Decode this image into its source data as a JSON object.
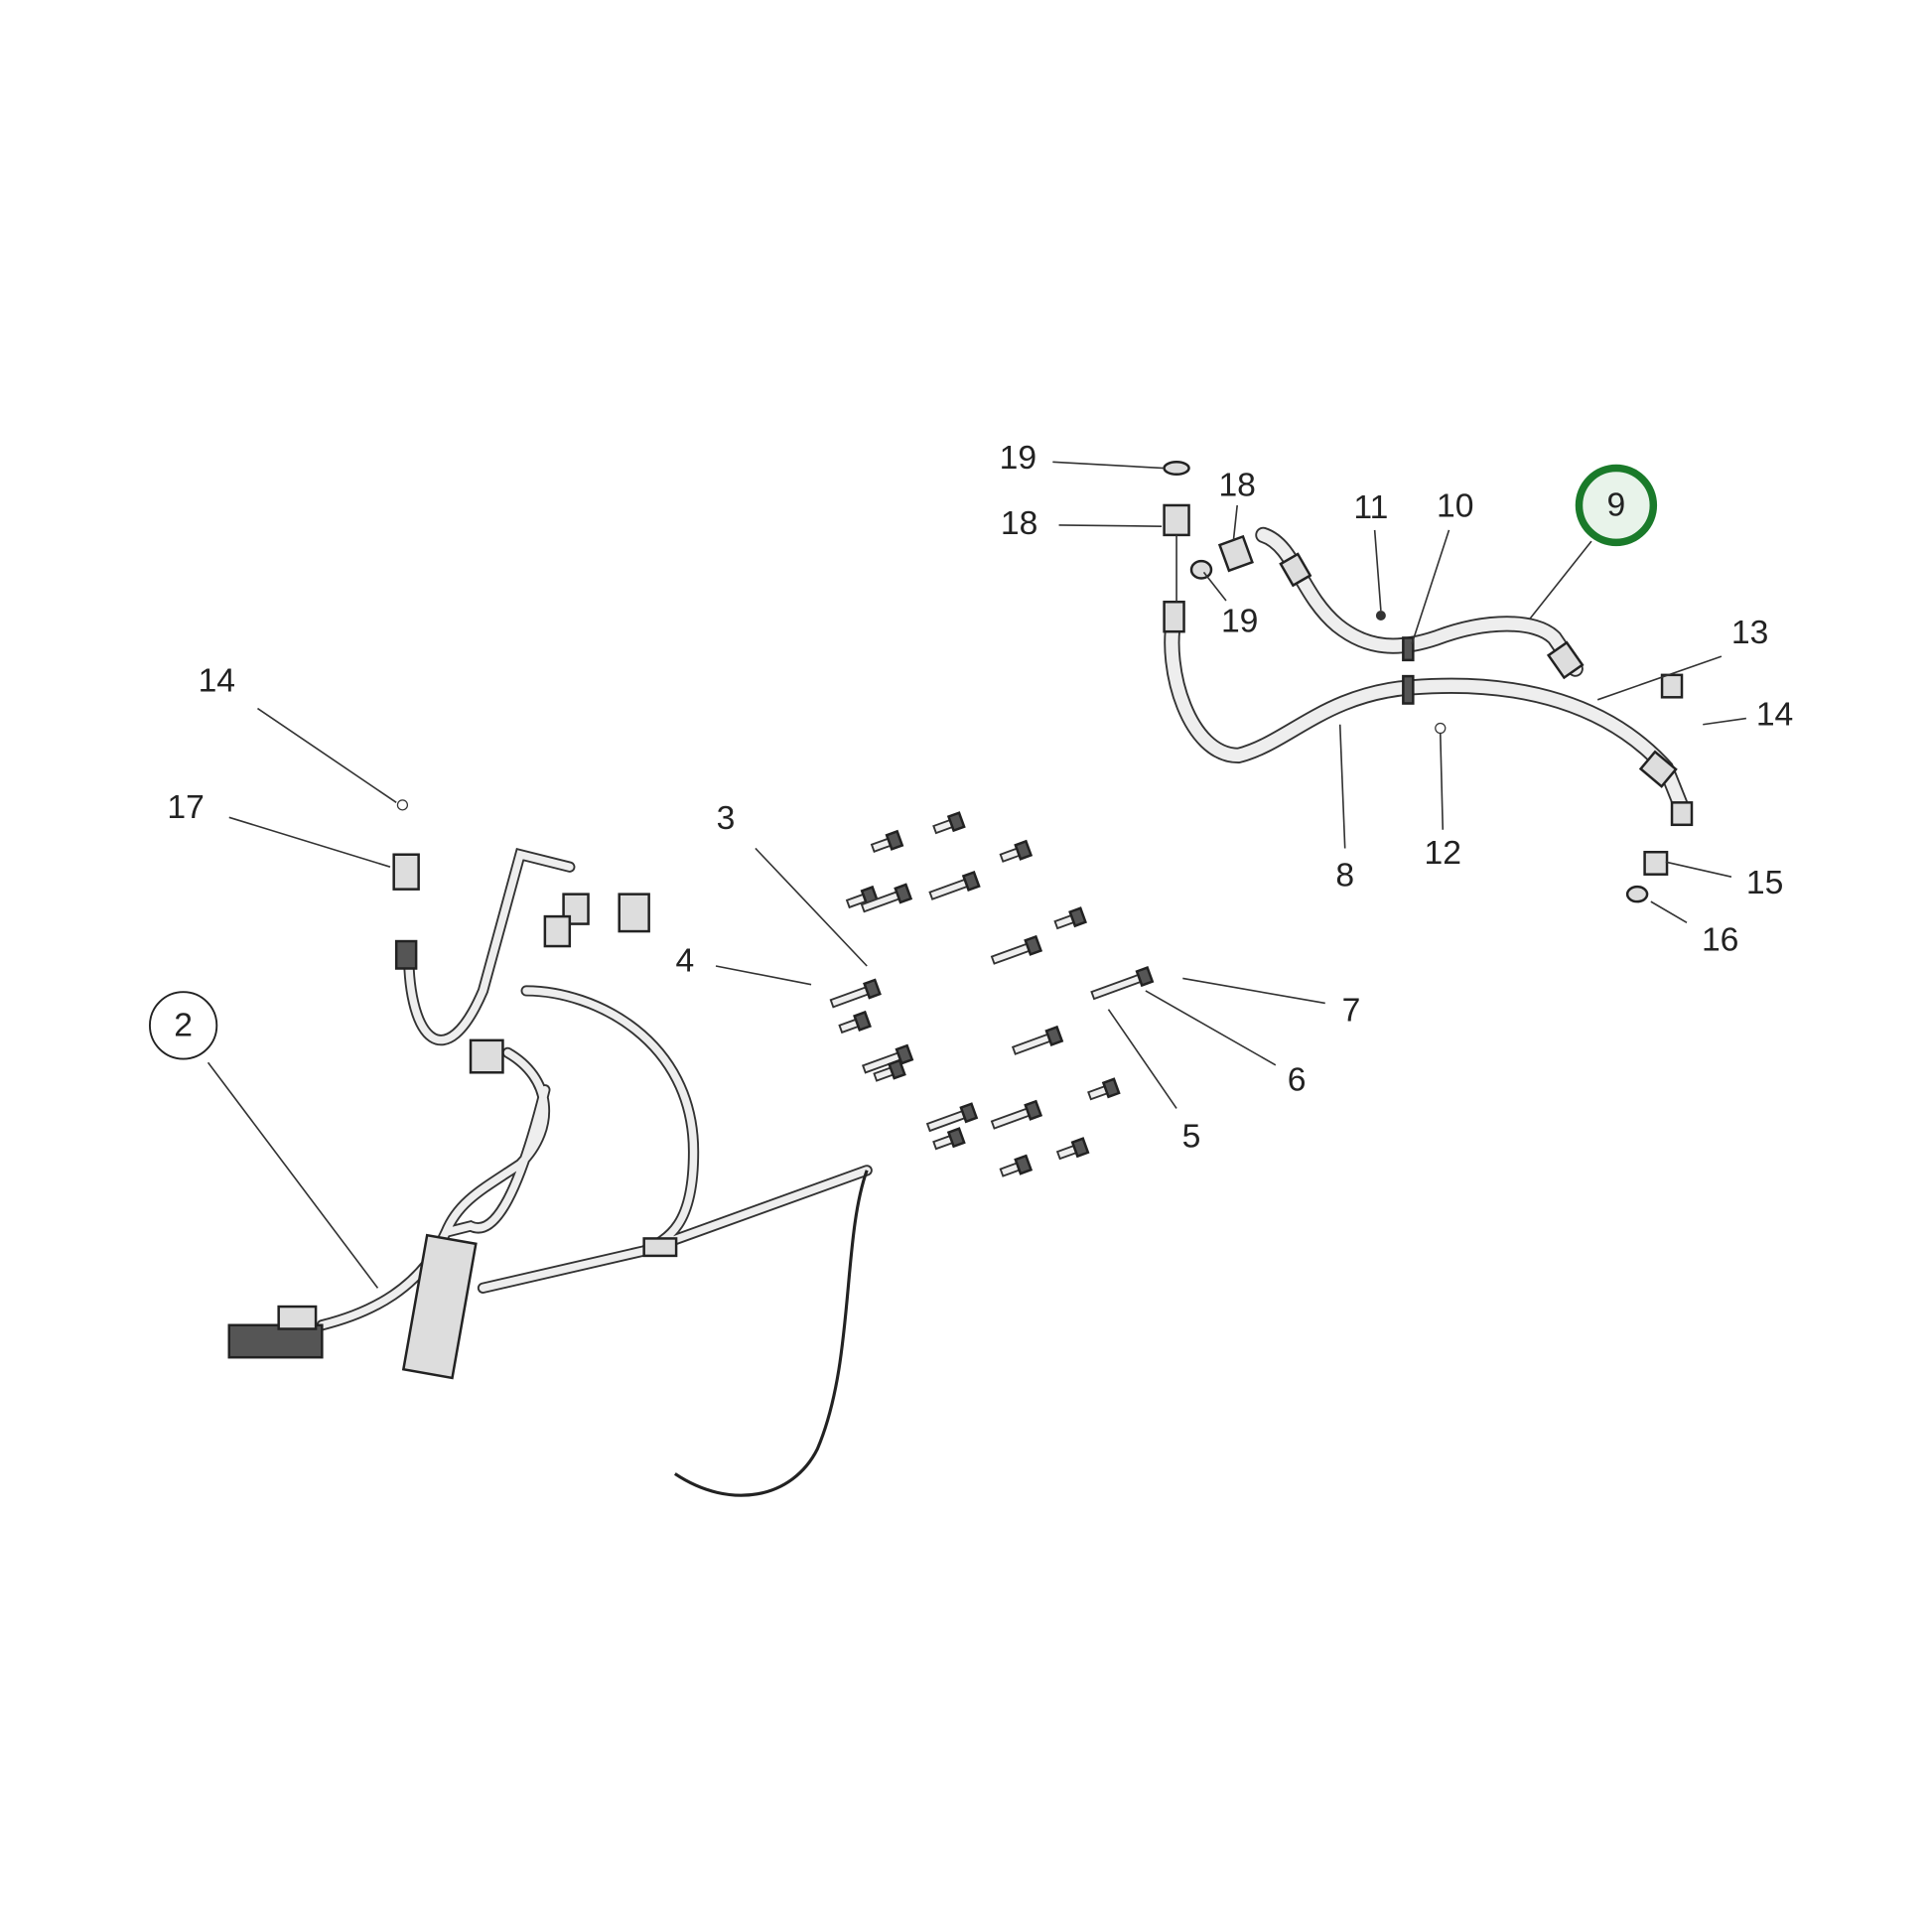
{
  "callouts": [
    {
      "id": "c19a",
      "text": "19"
    },
    {
      "id": "c18a",
      "text": "18"
    },
    {
      "id": "c18b",
      "text": "18"
    },
    {
      "id": "c19b",
      "text": "19"
    },
    {
      "id": "c11",
      "text": "11"
    },
    {
      "id": "c10",
      "text": "10"
    },
    {
      "id": "c9",
      "text": "9",
      "highlighted": true
    },
    {
      "id": "c13",
      "text": "13"
    },
    {
      "id": "c14a",
      "text": "14"
    },
    {
      "id": "c15",
      "text": "15"
    },
    {
      "id": "c16",
      "text": "16"
    },
    {
      "id": "c12",
      "text": "12"
    },
    {
      "id": "c8",
      "text": "8"
    },
    {
      "id": "c7",
      "text": "7"
    },
    {
      "id": "c6",
      "text": "6"
    },
    {
      "id": "c5",
      "text": "5"
    },
    {
      "id": "c3",
      "text": "3"
    },
    {
      "id": "c4",
      "text": "4"
    },
    {
      "id": "c14b",
      "text": "14"
    },
    {
      "id": "c17",
      "text": "17"
    },
    {
      "id": "c2",
      "text": "2",
      "circled": true
    }
  ],
  "colors": {
    "highlight_ring": "#1a7a2a",
    "highlight_fill": "#e8f3ea",
    "line": "#333333"
  }
}
